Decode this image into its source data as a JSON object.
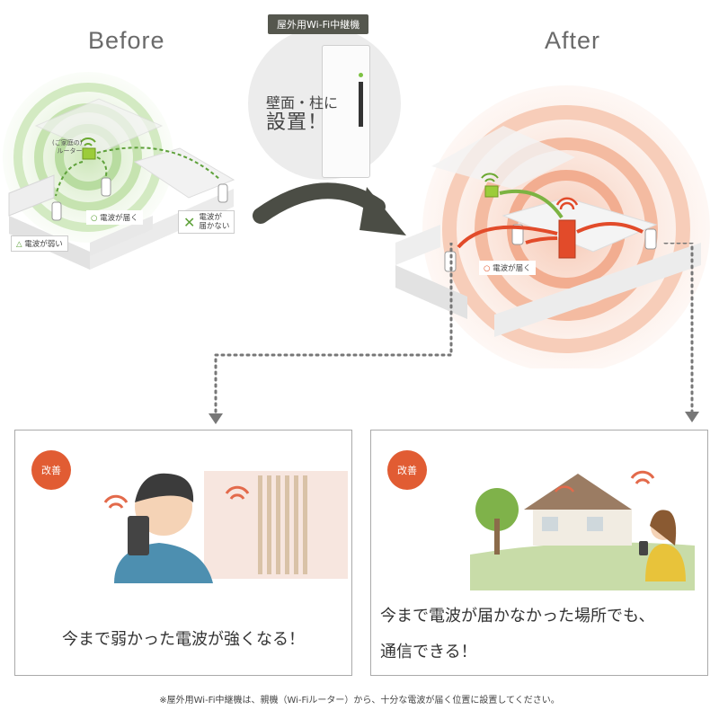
{
  "before": {
    "heading": "Before",
    "router_label_small": "(ご家庭の)",
    "router_label": "ルーター",
    "weak": "電波が弱い",
    "reach": "電波が届く",
    "no_reach_1": "電波が",
    "no_reach_2": "届かない"
  },
  "product": {
    "tag": "屋外用Wi-Fi中継機",
    "caption_1": "壁面・柱に",
    "caption_2": "設置！"
  },
  "after": {
    "heading": "After",
    "reach": "電波が届く"
  },
  "panel_left": {
    "badge": "改善",
    "text": "今まで弱かった電波が強くなる！"
  },
  "panel_right": {
    "badge": "改善",
    "text_1": "今まで電波が届かなかった場所でも、",
    "text_2": "通信できる！"
  },
  "footnote": "※屋外用Wi-Fi中継機は、親機（Wi-Fiルーター）から、十分な電波が届く位置に設置してください。",
  "colors": {
    "accent": "#e15c33",
    "green": "#7cb342",
    "dark": "#55574e",
    "arrow_dark": "#4b4d45"
  }
}
